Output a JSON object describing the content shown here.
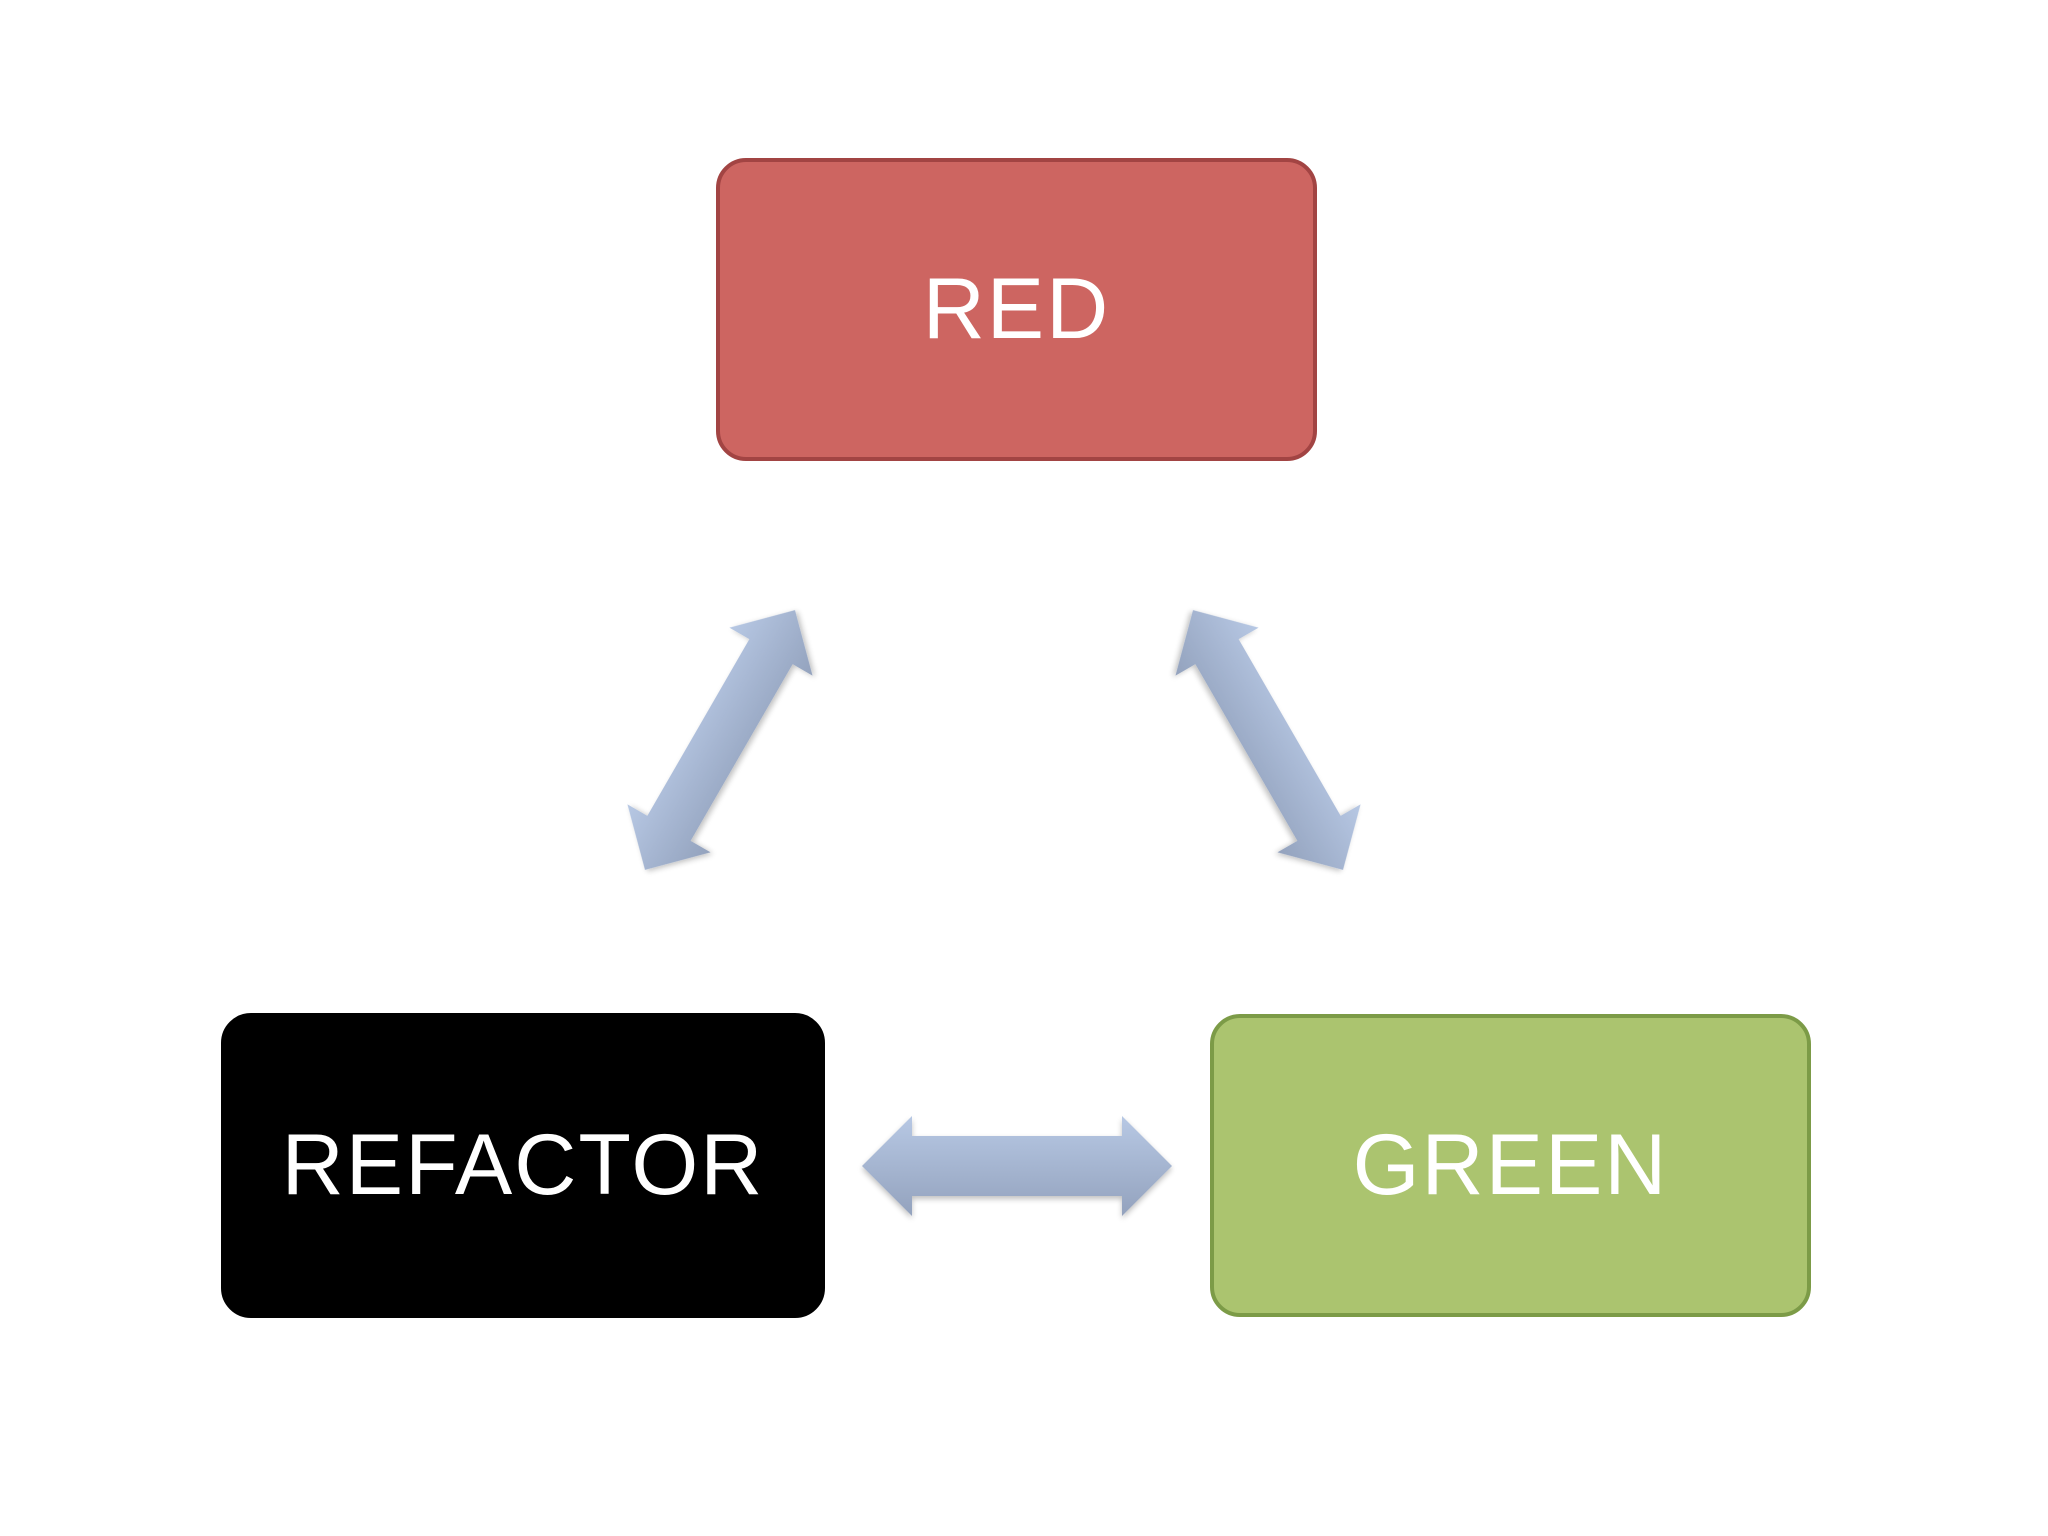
{
  "diagram": {
    "nodes": [
      {
        "id": "red",
        "label": "RED",
        "fill": "#cd6561",
        "border": "#a24443"
      },
      {
        "id": "refactor",
        "label": "REFACTOR",
        "fill": "#000000",
        "border": "#000000"
      },
      {
        "id": "green",
        "label": "GREEN",
        "fill": "#abc46f",
        "border": "#7c9b47"
      }
    ],
    "edges": [
      {
        "from": "red",
        "to": "refactor",
        "style": "double-arrow"
      },
      {
        "from": "red",
        "to": "green",
        "style": "double-arrow"
      },
      {
        "from": "refactor",
        "to": "green",
        "style": "double-arrow"
      }
    ],
    "arrow_gradient": {
      "start": "#b7c8e4",
      "end": "#93a2bd"
    }
  }
}
